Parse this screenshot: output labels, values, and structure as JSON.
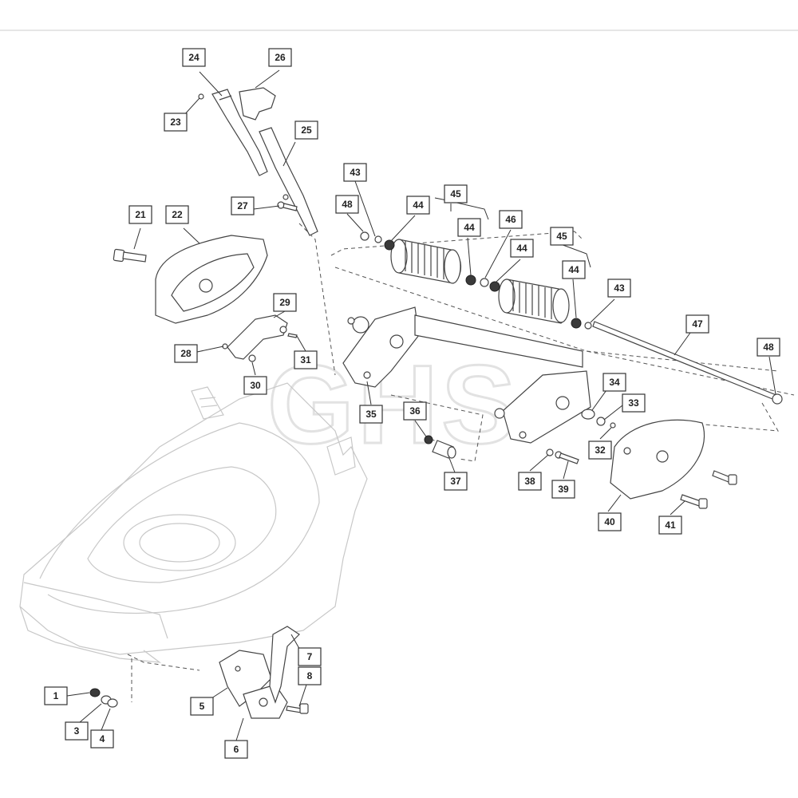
{
  "watermark": "GHS",
  "callouts": [
    "1",
    "3",
    "4",
    "5",
    "6",
    "7",
    "8",
    "21",
    "22",
    "23",
    "24",
    "25",
    "26",
    "27",
    "28",
    "29",
    "30",
    "31",
    "32",
    "33",
    "34",
    "35",
    "36",
    "37",
    "38",
    "39",
    "40",
    "41",
    "43",
    "44",
    "45",
    "46",
    "47",
    "48"
  ]
}
